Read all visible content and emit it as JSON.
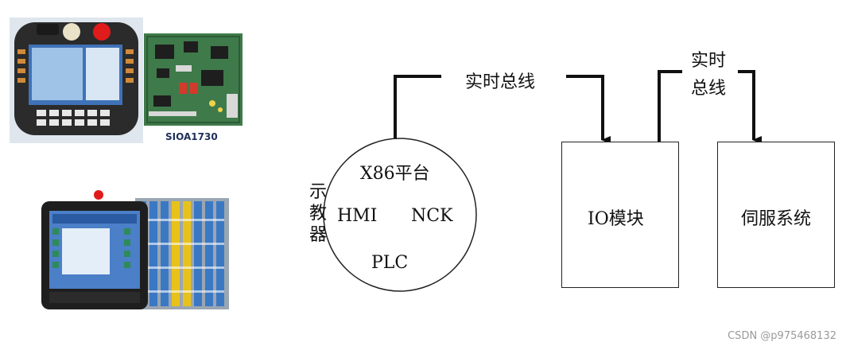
{
  "platform": {
    "title": "X86平台",
    "modules": {
      "hmi": "HMI",
      "nck": "NCK",
      "plc": "PLC"
    },
    "side_label": [
      "示",
      "教",
      "器"
    ]
  },
  "bus_labels": {
    "bus_1": "实时总线",
    "bus_2_line1": "实时",
    "bus_2_line2": "总线"
  },
  "boxes": {
    "io_module": "IO模块",
    "servo_system": "伺服系统"
  },
  "photos": {
    "board_caption": "SIOA1730"
  },
  "watermark": "CSDN @p975468132",
  "colors": {
    "line": "#111111",
    "pendant_red": "#e01b1b",
    "board_green": "#3f7a4a",
    "terminal_blue": "#3b78c4",
    "terminal_yellow": "#e8c21c"
  }
}
